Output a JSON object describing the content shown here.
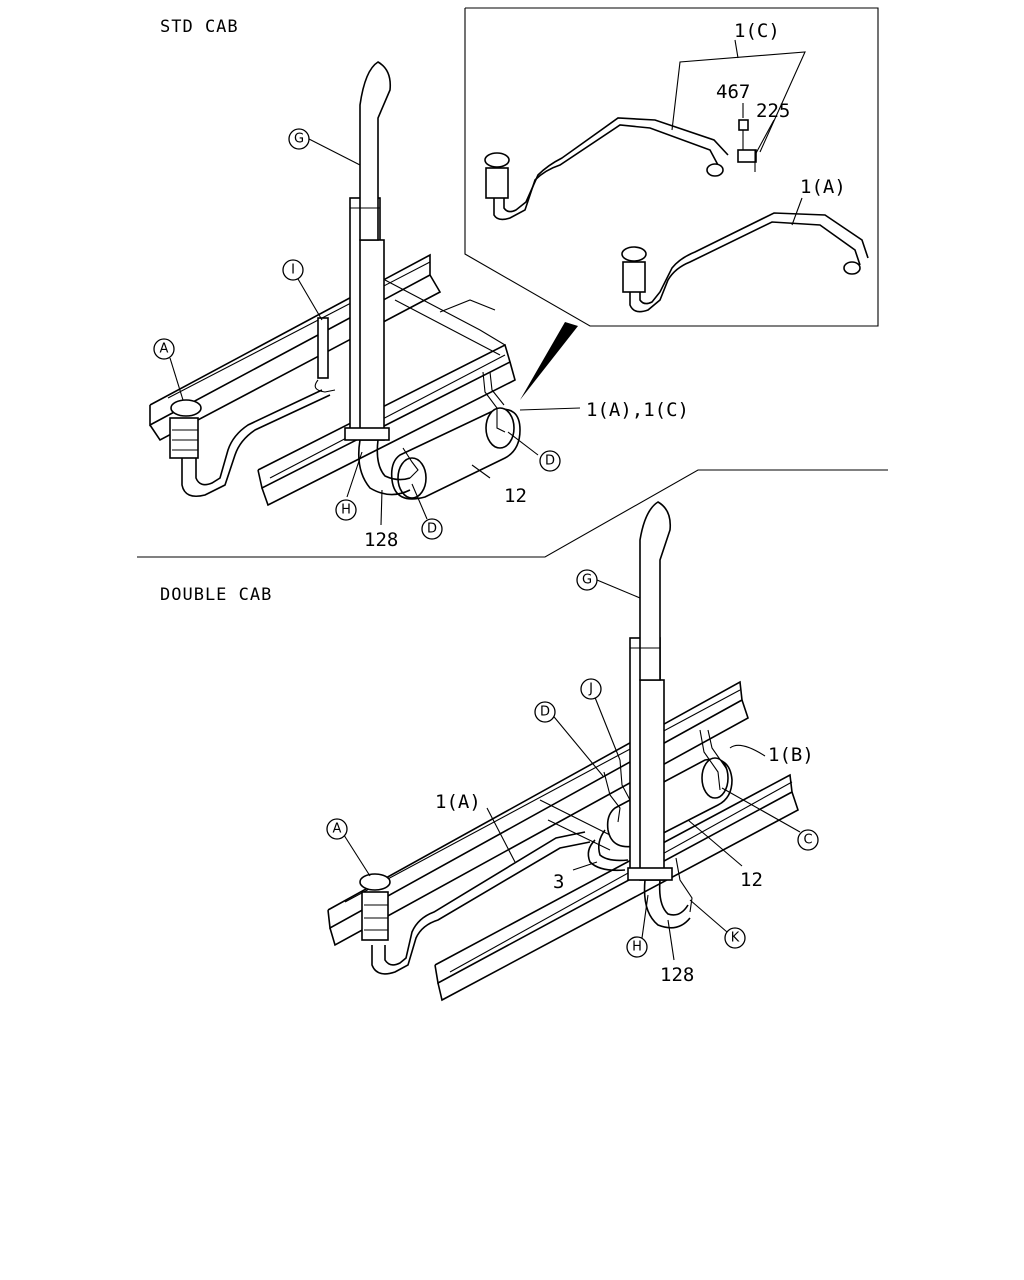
{
  "sections": {
    "std_cab": "STD CAB",
    "double_cab": "DOUBLE CAB"
  },
  "std": {
    "callout_G": "G",
    "callout_I": "I",
    "callout_A": "A",
    "callout_H": "H",
    "callout_D1": "D",
    "callout_D2": "D",
    "label_1a1c": "1(A),1(C)",
    "label_12": "12",
    "label_128": "128"
  },
  "inset": {
    "label_1c": "1(C)",
    "label_467": "467",
    "label_225": "225",
    "label_1a": "1(A)"
  },
  "double": {
    "callout_G": "G",
    "callout_J": "J",
    "callout_D": "D",
    "callout_A": "A",
    "callout_H": "H",
    "callout_C": "C",
    "callout_K": "K",
    "label_1b": "1(B)",
    "label_1a": "1(A)",
    "label_3": "3",
    "label_12": "12",
    "label_128": "128"
  }
}
